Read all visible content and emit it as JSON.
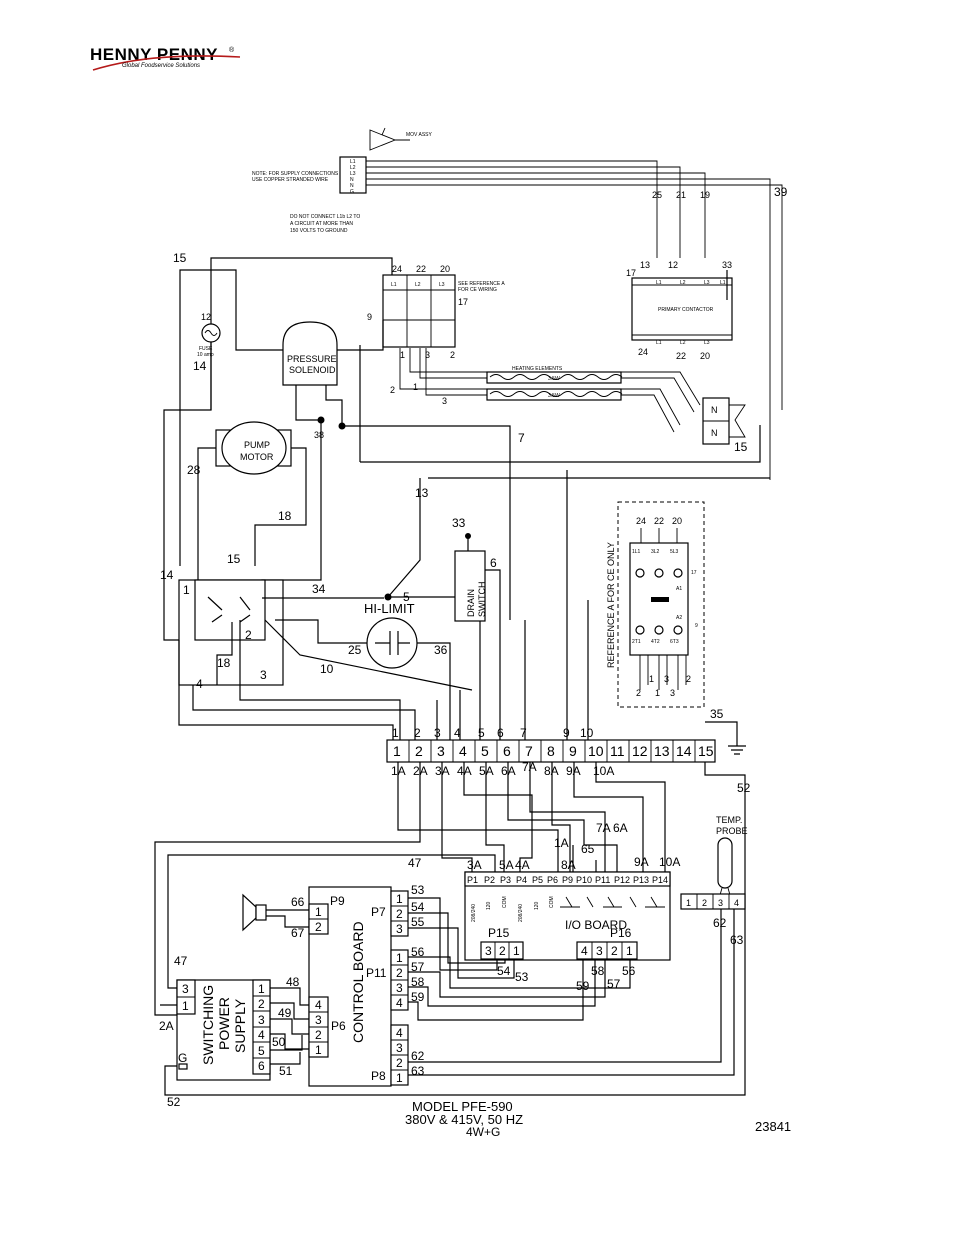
{
  "logo": {
    "brand": "HENNY PENNY",
    "reg": "®",
    "tagline": "Global Foodservice Solutions"
  },
  "notes": {
    "mov_assy": "MOV ASSY",
    "supply_1": "NOTE: FOR SUPPLY CONNECTIONS",
    "supply_2": "USE COPPER STRANDED WIRE",
    "l1b_1": "DO NOT CONNECT L1b L2 TO",
    "l1b_2": "A CIRCUIT AT MORE THAN",
    "l1b_3": "150 VOLTS TO GROUND",
    "see_ref_1": "SEE REFERENCE A",
    "see_ref_2": "FOR CE WIRING",
    "supply_terms": [
      "L1",
      "L2",
      "L3",
      "N",
      "N",
      "G"
    ]
  },
  "components": {
    "primary_contactor": "PRIMARY CONTACTOR",
    "heating_elements": "HEATING ELEMENTS",
    "pressure_solenoid_1": "PRESSURE",
    "pressure_solenoid_2": "SOLENOID",
    "pump_motor_1": "PUMP",
    "pump_motor_2": "MOTOR",
    "hi_limit": "HI-LIMIT",
    "drain_switch_1": "DRAIN",
    "drain_switch_2": "SWITCH",
    "fuse_1": "FUSE",
    "fuse_2": "10 amp",
    "reference_a": "REFERENCE A FOR CE ONLY",
    "temp_probe_1": "TEMP.",
    "temp_probe_2": "PROBE",
    "io_board": "I/O BOARD",
    "control_board": "CONTROL BOARD",
    "power_supply_1": "SWITCHING",
    "power_supply_2": "POWER",
    "power_supply_3": "SUPPLY",
    "element_tag": "3.5W"
  },
  "terminal_strip": [
    "1",
    "2",
    "3",
    "4",
    "5",
    "6",
    "7",
    "8",
    "9",
    "10",
    "11",
    "12",
    "13",
    "14",
    "15"
  ],
  "terminal_top": [
    "1",
    "2",
    "3",
    "4",
    "5",
    "6",
    "7",
    "",
    "9",
    "10"
  ],
  "terminal_bottom": [
    "1A",
    "2A",
    "3A",
    "4A",
    "5A",
    "6A",
    "7A",
    "8A",
    "9A",
    "10A"
  ],
  "io_pins": [
    "P1",
    "P2",
    "P3",
    "P4",
    "P5",
    "P6",
    "P9",
    "P10",
    "P11",
    "P12",
    "P13",
    "P14"
  ],
  "io_ratings": [
    "208/240",
    "120",
    "COM",
    "208/240",
    "120",
    "COM"
  ],
  "probe_terms": [
    "1",
    "2",
    "3",
    "4"
  ],
  "connectors": {
    "p15": "P15",
    "p16": "P16",
    "p9": "P9",
    "p7": "P7",
    "p11": "P11",
    "p6": "P6",
    "p8": "P8",
    "g": "G"
  },
  "p15_pins": [
    "3",
    "2",
    "1"
  ],
  "p16_pins": [
    "4",
    "3",
    "2",
    "1"
  ],
  "p9_pins": [
    "1",
    "2"
  ],
  "p7_pins": [
    "1",
    "2",
    "3"
  ],
  "p11_pins": [
    "1",
    "2",
    "3",
    "4"
  ],
  "p6_pins": [
    "4",
    "3",
    "2",
    "1"
  ],
  "p8_pins": [
    "4",
    "3",
    "2",
    "1"
  ],
  "psu_pins_left": [
    "3",
    "1"
  ],
  "psu_pins_right": [
    "1",
    "2",
    "3",
    "4",
    "5",
    "6"
  ],
  "ref_a": {
    "top": [
      "24",
      "22",
      "20"
    ],
    "upper": [
      "1L1",
      "3L2",
      "5L3"
    ],
    "a1": "A1",
    "a2": "A2",
    "lower": [
      "2T1",
      "4T2",
      "6T3"
    ],
    "w17": "17",
    "w9": "9",
    "bottom": [
      "2",
      "1",
      "3",
      "1",
      "3",
      "2"
    ]
  },
  "contactor_top": {
    "labels": [
      "L1",
      "L2",
      "L3",
      "L1"
    ],
    "wires": [
      "17",
      "13",
      "12",
      "33"
    ]
  },
  "contactor_bottom": {
    "labels": [
      "L1",
      "L2",
      "L3"
    ],
    "wires": [
      "24",
      "22",
      "20"
    ]
  },
  "relay_top": {
    "labels": [
      "L1",
      "L2",
      "L3"
    ],
    "wires": [
      "24",
      "22",
      "20"
    ]
  },
  "relay_bottom": [
    "1",
    "3",
    "2"
  ],
  "n_terms": [
    "N",
    "N"
  ],
  "wires": {
    "w25": "25",
    "w21": "21",
    "w19": "19",
    "w39": "39",
    "w15a": "15",
    "w15b": "15",
    "w15c": "15",
    "w12": "12",
    "w14": "14",
    "w14b": "14",
    "w17": "17",
    "w9": "9",
    "w38": "38",
    "w7": "7",
    "w28": "28",
    "w13": "13",
    "w18": "18",
    "w33": "33",
    "w6": "6",
    "w5": "5",
    "w34": "34",
    "w1": "1",
    "w2": "2",
    "w18b": "18",
    "w25b": "25",
    "w36": "36",
    "w10": "10",
    "w3": "3",
    "w4": "4",
    "w35": "35",
    "w52": "52",
    "w52b": "52",
    "w1A": "1A",
    "w7A": "7A",
    "w6A": "6A",
    "w65": "65",
    "w9A": "9A",
    "w10A": "10A",
    "w3A": "3A",
    "w5A": "5A",
    "w4A": "4A",
    "w8A": "8A",
    "w47": "47",
    "w47b": "47",
    "w53": "53",
    "w54": "54",
    "w55": "55",
    "w56": "56",
    "w57": "57",
    "w58": "58",
    "w59": "59",
    "w66": "66",
    "w67": "67",
    "w54b": "54",
    "w53b": "53",
    "w58b": "58",
    "w56b": "56",
    "w59b": "59",
    "w57b": "57",
    "w48": "48",
    "w49": "49",
    "w50": "50",
    "w51": "51",
    "w62": "62",
    "w63": "63",
    "w62b": "62",
    "w63b": "63",
    "w2A": "2A",
    "h1": "1",
    "h2": "2",
    "h3": "3",
    "h2b": "2",
    "h1b": "1",
    "h3b": "3"
  },
  "model": {
    "line1": "MODEL PFE-590",
    "line2": "380V & 415V,    50 HZ",
    "line3": "4W+G"
  },
  "drawing_number": "23841"
}
